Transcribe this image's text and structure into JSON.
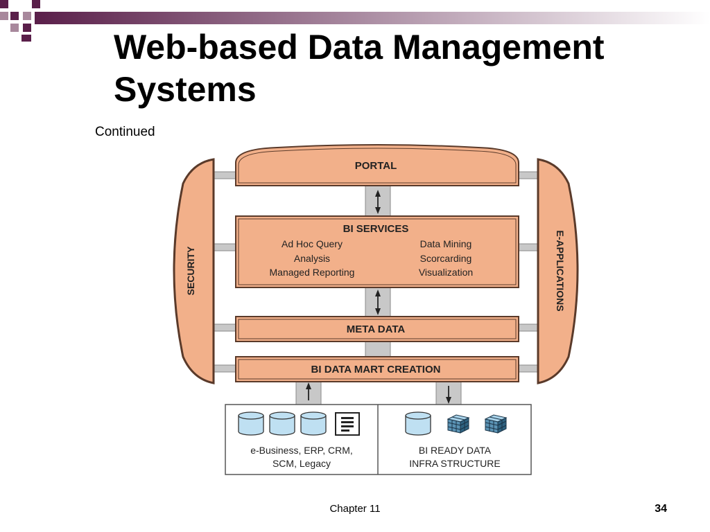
{
  "colors": {
    "accent": "#5a1f4a",
    "box_fill": "#f2b08a",
    "box_stroke": "#5a3a2a",
    "connector": "#c8c8c8"
  },
  "title": {
    "line1": "Web-based Data Management",
    "line2": "Systems"
  },
  "subtitle": "Continued",
  "diagram": {
    "portal": "PORTAL",
    "security": "SECURITY",
    "e_applications": "E-APPLICATIONS",
    "bi_services": {
      "heading": "BI SERVICES",
      "left": [
        "Ad Hoc Query",
        "Analysis",
        "Managed Reporting"
      ],
      "right": [
        "Data Mining",
        "Scorcarding",
        "Visualization"
      ]
    },
    "meta_data": "META DATA",
    "data_mart": "BI DATA MART CREATION",
    "sources": {
      "line1": "e-Business, ERP, CRM,",
      "line2": "SCM, Legacy"
    },
    "bi_ready": {
      "line1": "BI READY DATA",
      "line2": "INFRA STRUCTURE"
    }
  },
  "footer": {
    "chapter": "Chapter 11",
    "page": "34"
  }
}
